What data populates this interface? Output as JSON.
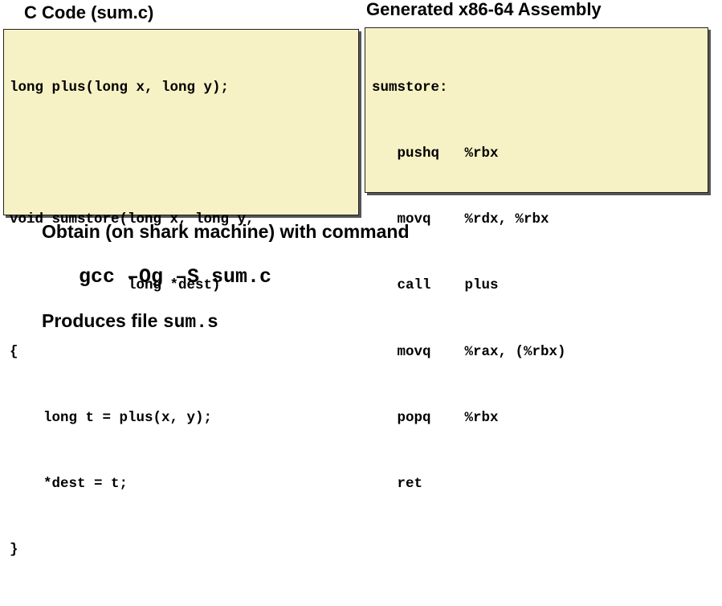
{
  "c_code": {
    "title": "C Code (sum.c)",
    "lines": [
      "long plus(long x, long y);",
      "",
      "void sumstore(long x, long y,",
      "              long *dest)",
      "{",
      "    long t = plus(x, y);",
      "    *dest = t;",
      "}"
    ]
  },
  "assembly": {
    "title": "Generated x86-64 Assembly",
    "lines": [
      "sumstore:",
      "   pushq   %rbx",
      "   movq    %rdx, %rbx",
      "   call    plus",
      "   movq    %rax, (%rbx)",
      "   popq    %rbx",
      "   ret"
    ]
  },
  "instructions": {
    "obtain_text": "Obtain (on shark machine) with command",
    "command": "gcc –Og –S sum.c",
    "produces_text": "Produces file ",
    "produces_file": "sum.s"
  }
}
